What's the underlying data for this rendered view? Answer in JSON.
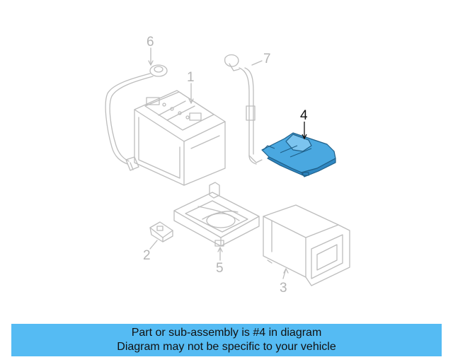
{
  "callouts": {
    "c1": "1",
    "c2": "2",
    "c3": "3",
    "c4": "4",
    "c5": "5",
    "c6": "6",
    "c7": "7"
  },
  "highlight": {
    "part": "4",
    "fill": "#4aa8e0",
    "stroke": "#1f5f88"
  },
  "colors": {
    "line": "#bdbdbd",
    "banner": "#55bbf3"
  },
  "banner": {
    "line1": "Part or sub-assembly is #4 in diagram",
    "line2": "Diagram may not be specific to your vehicle"
  }
}
